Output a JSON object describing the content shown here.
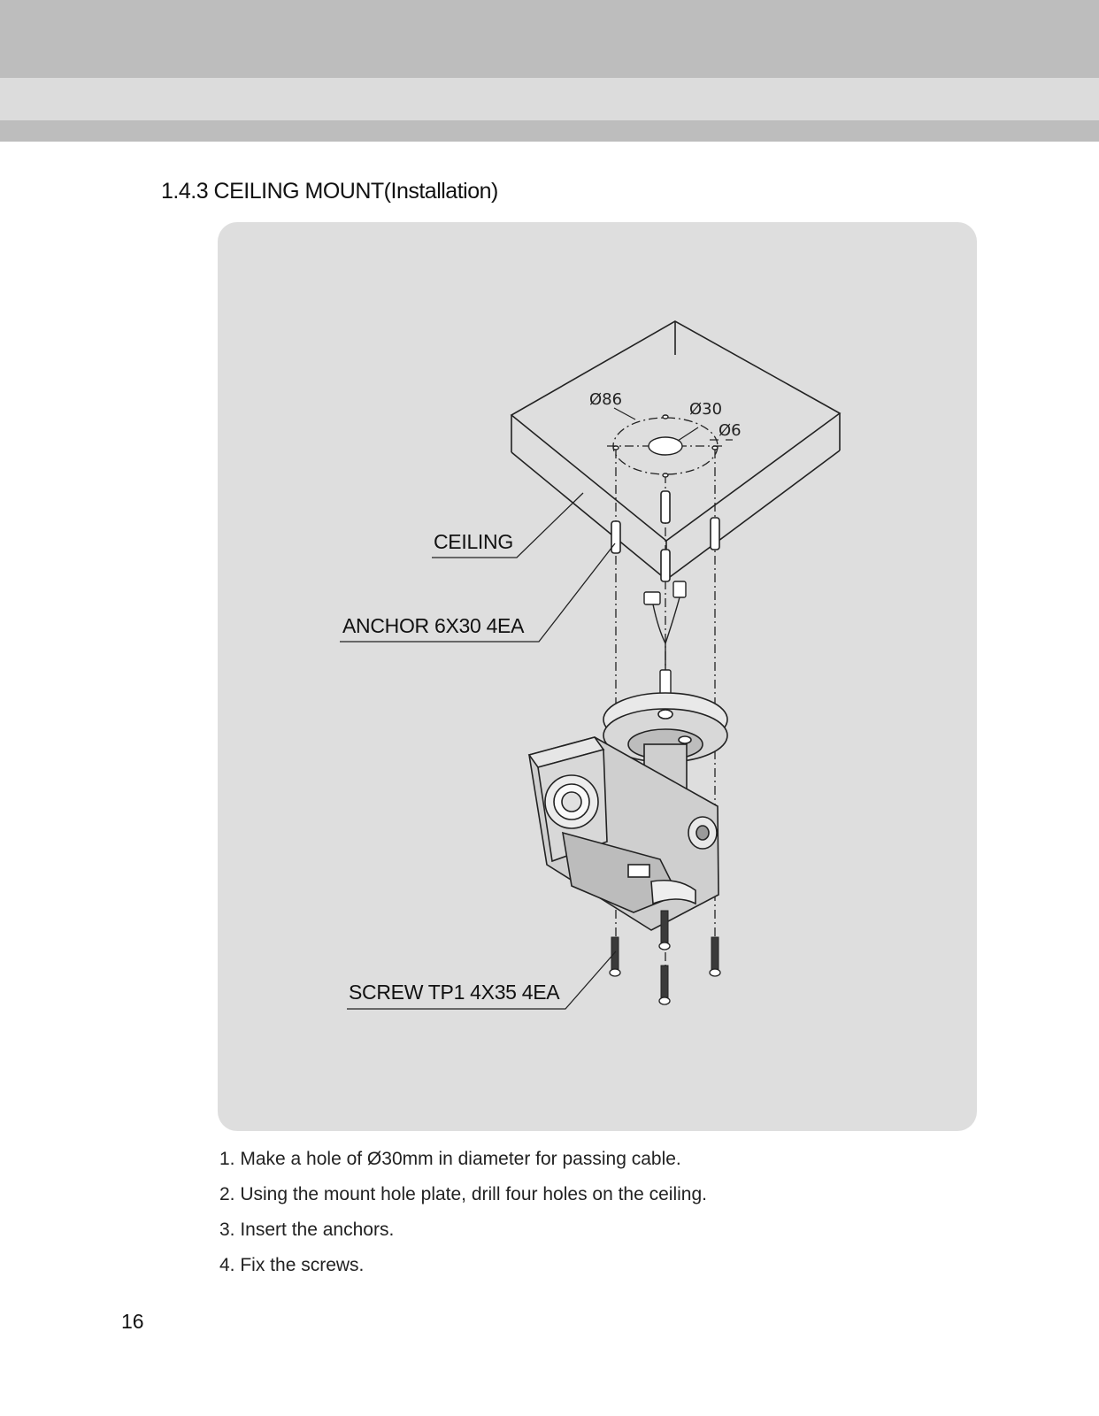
{
  "header": {
    "band_color_dark": "#bdbdbd",
    "band_color_light": "#dcdcdc"
  },
  "section": {
    "number_title": "1.4.3 CEILING MOUNT",
    "subtitle": "(Installation)"
  },
  "figure": {
    "background": "#dedede",
    "labels": {
      "ceiling": "CEILING",
      "anchor": "ANCHOR 6X30 4EA",
      "screw": "SCREW TP1 4X35 4EA"
    },
    "dimensions": {
      "plate": "Ø86",
      "cable_hole": "Ø30",
      "screw_hole": "Ø6"
    }
  },
  "steps": [
    "1. Make a hole of Ø30mm in diameter for passing cable.",
    "2. Using the mount hole plate, drill four holes on the ceiling.",
    "3. Insert the anchors.",
    "4. Fix the screws."
  ],
  "page_number": "16"
}
